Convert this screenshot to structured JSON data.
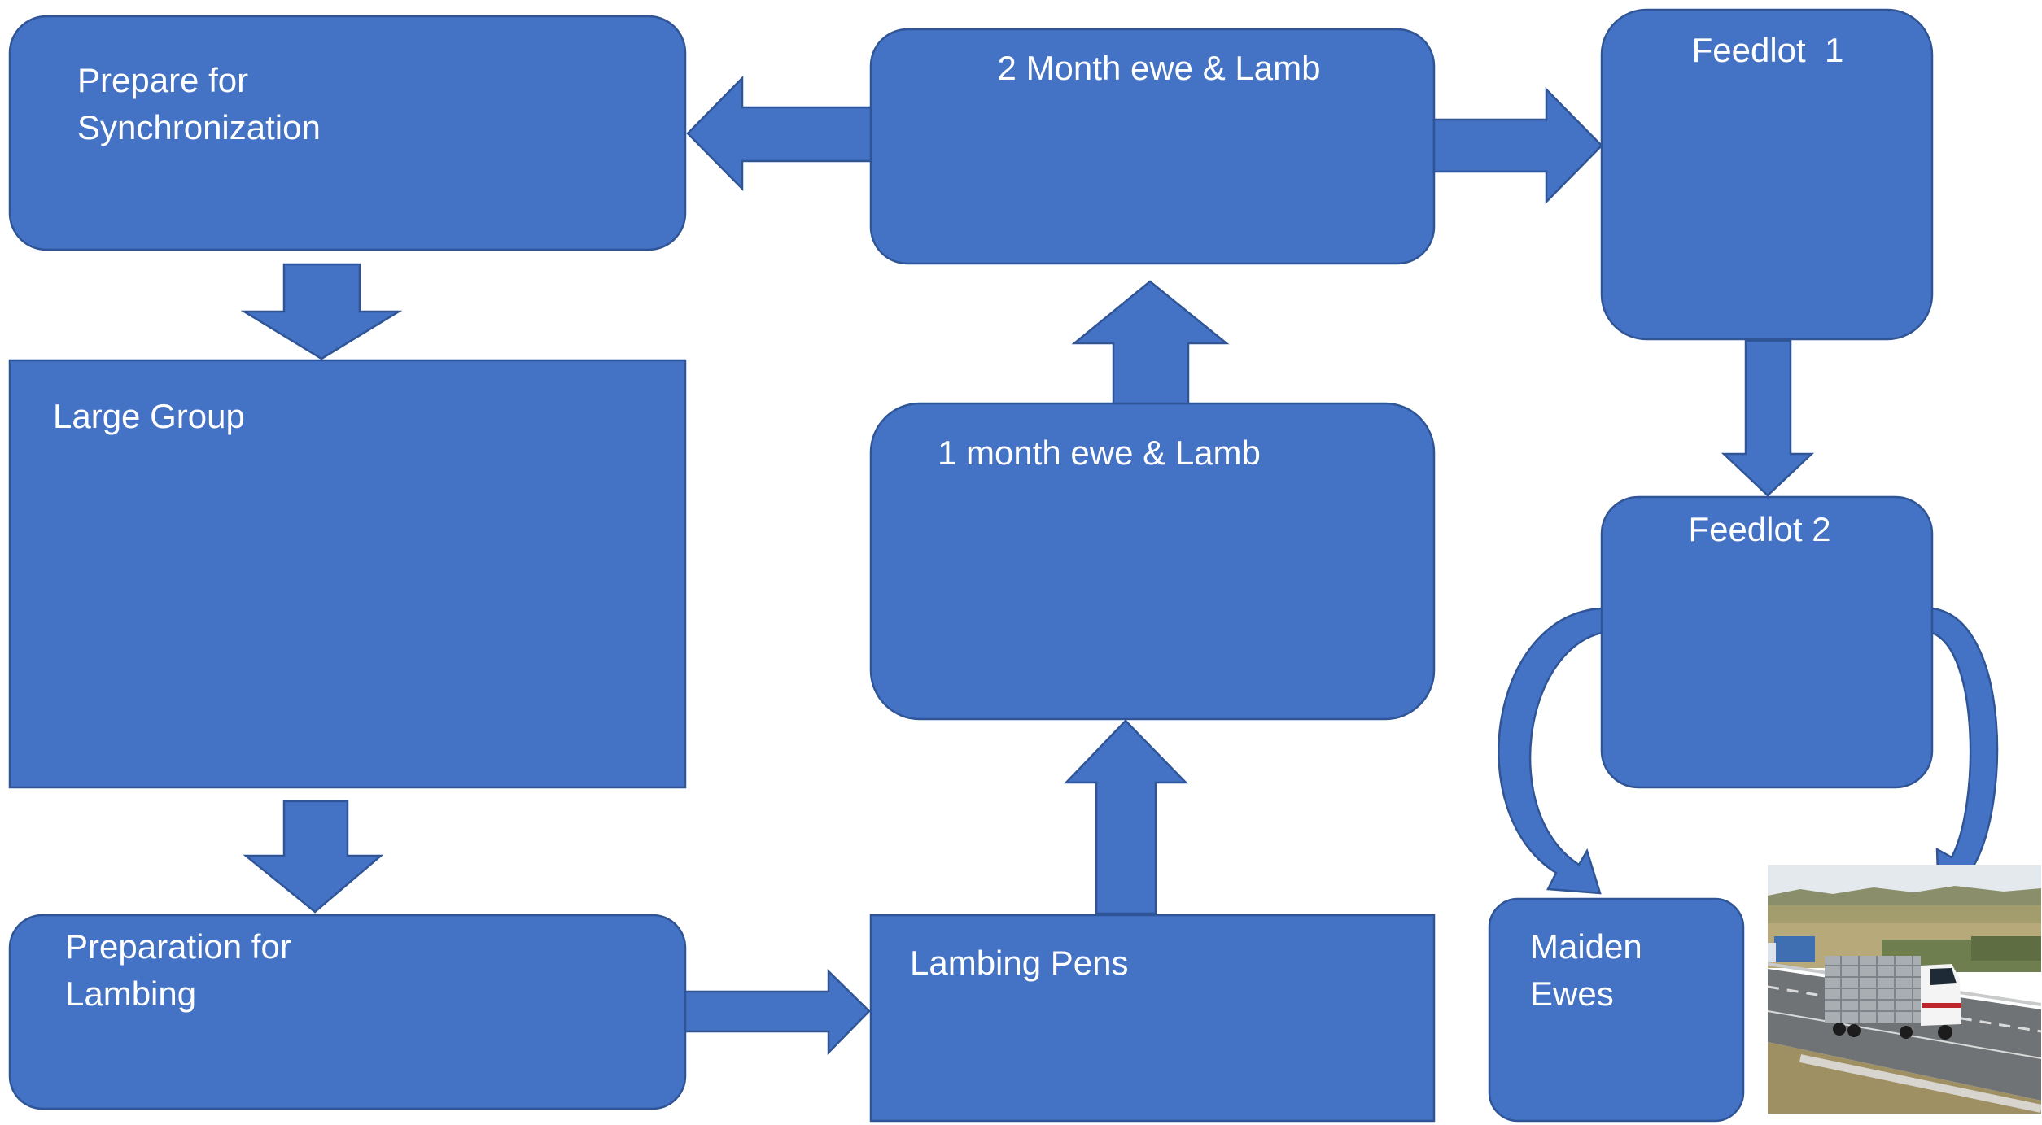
{
  "diagram": {
    "nodes": {
      "prepare_sync": {
        "line1": "Prepare for",
        "line2": "Synchronization"
      },
      "two_month": {
        "label": "2 Month ewe & Lamb"
      },
      "feedlot1": {
        "label": "Feedlot  1"
      },
      "large_group": {
        "label": "Large Group"
      },
      "one_month": {
        "label": "1 month ewe & Lamb"
      },
      "feedlot2": {
        "label": "Feedlot 2"
      },
      "prep_lambing": {
        "line1": "Preparation for",
        "line2": "Lambing"
      },
      "lambing_pens": {
        "label": "Lambing Pens"
      },
      "maiden_ewes": {
        "line1": "Maiden",
        "line2": "Ewes"
      }
    },
    "colors": {
      "box_fill": "#4472C4",
      "box_stroke": "#2F5597",
      "text": "#FFFFFF",
      "background": "#FFFFFF"
    },
    "photo": {
      "subject": "livestock-truck-on-highway"
    }
  }
}
